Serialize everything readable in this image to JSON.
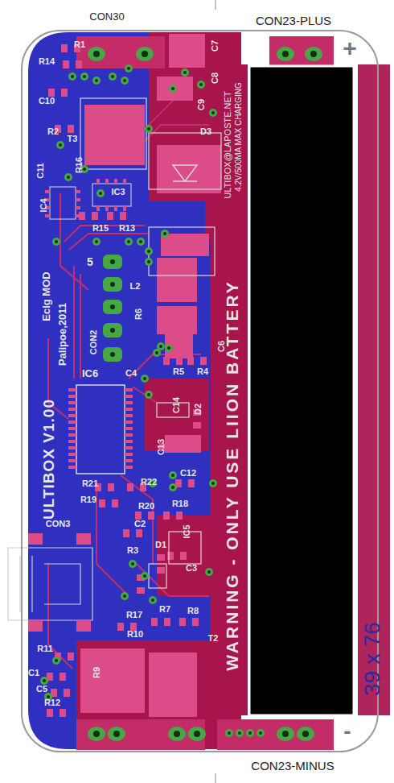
{
  "diagram": {
    "labels": [
      "CON30",
      "CON23-PLUS",
      "+",
      "R1",
      "C7",
      "R14",
      "C8",
      "C10",
      "C9",
      "D3",
      "R2",
      "T3",
      "C11",
      "R16",
      "IC4",
      "IC3",
      "R15",
      "R13",
      "5",
      "L2",
      "CON2",
      "R6",
      "C6",
      "C4",
      "R5",
      "R4",
      "IC6",
      "C14",
      "D2",
      "C13",
      "C12",
      "R21",
      "R22",
      "R19",
      "R20",
      "R18",
      "C2",
      "IC5",
      "CON3",
      "R3",
      "D1",
      "C3",
      "R7",
      "R8",
      "R17",
      "R10",
      "T2",
      "R11",
      "C1",
      "C5",
      "R9",
      "R12",
      "CON23-MINUS",
      "-",
      "ULTIBOX@LAPOSTE.NET",
      "4.2V/500MA MAX CHARGING",
      "WARNING - ONLY USE LIION BATTERY",
      "ULTIBOX V1.00",
      "Eclg MOD",
      "Palipoe,2011",
      "39 x 76"
    ]
  }
}
